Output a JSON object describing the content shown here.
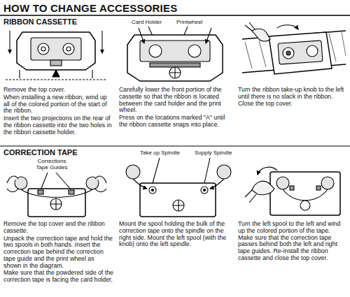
{
  "diagram": {
    "title": "HOW TO CHANGE ACCESSORIES",
    "labels": [
      "RIBBON CASSETTE",
      "Card Holder",
      "Printwheel",
      "Remove the top cover.",
      "When installing a new ribbon, wind up all of the colored portion of the start of the ribbon.",
      "Insert the two projections on the rear of the ribbon cassette into the two holes in the ribbon cassette holder.",
      "Carefully lower the front portion of the cassette so that the ribbon is located between the card holder and the print wheel.",
      "Press on the locations marked \"A\" until the ribbon cassette snaps into place.",
      "Turn the ribbon take-up knob to the left until there is no slack in the ribbon. Close the top cover.",
      "CORRECTION TAPE",
      "Corrections Tape Guides",
      "Take up Spindle",
      "Supply Spindle",
      "Remove the top cover and the ribbon cassette.",
      "Unpack the correction tape and hold the two spools in both hands. Insert the correction tape behind the correction tape guide and the print wheel as shown in the diagram.",
      "Make sure that the powdered side of the correction tape is facing the card holder.",
      "Mount the spool holding the bulk of the correction tape onto the spindle on the right side. Mount the left spool (with the knob) onto the left spindle.",
      "Turn the left spool to the left and wind up the colored portion of the tape. Make sure that the correction tape passes behind both the left and right tape guides. Re-install the ribbon cassette and close the top cover."
    ]
  }
}
